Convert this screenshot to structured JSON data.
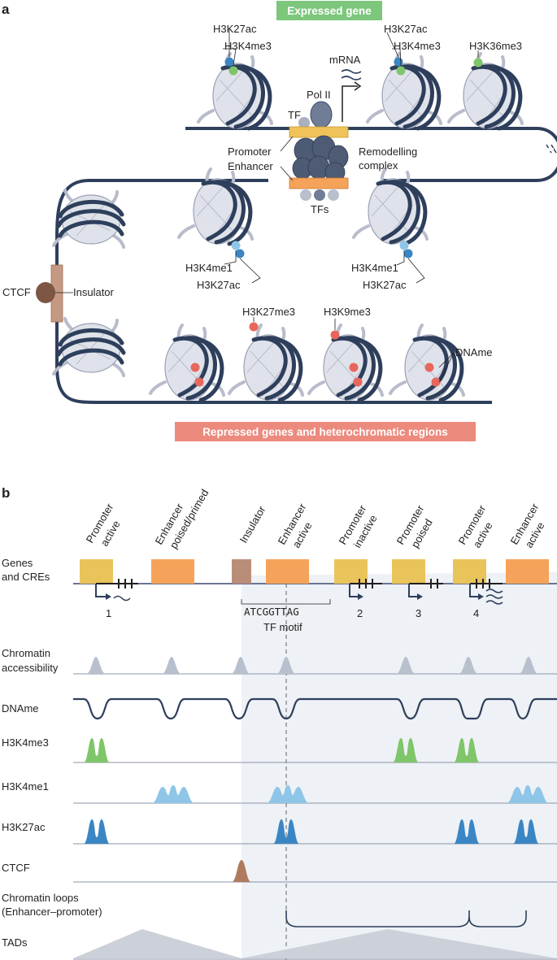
{
  "panel_a": {
    "letter": "a",
    "expressed_banner": "Expressed gene",
    "repressed_banner": "Repressed genes and heterochromatic regions",
    "marks": {
      "top_left_1": "H3K27ac",
      "top_left_2": "H3K4me3",
      "top_mid_1": "H3K27ac",
      "top_mid_2": "H3K4me3",
      "top_right": "H3K36me3",
      "mid_left_1": "H3K4me1",
      "mid_left_2": "H3K27ac",
      "mid_right_1": "H3K4me1",
      "mid_right_2": "H3K27ac",
      "bottom_1": "H3K27me3",
      "bottom_2": "H3K9me3",
      "dname": "DNAme"
    },
    "mrna": "mRNA",
    "pol2": "Pol II",
    "tf": "TF",
    "tfs": "TFs",
    "promoter": "Promoter",
    "enhancer": "Enhancer",
    "remodelling_1": "Remodelling",
    "remodelling_2": "complex",
    "ctcf": "CTCF",
    "insulator": "Insulator"
  },
  "panel_b": {
    "letter": "b",
    "column_headers": [
      {
        "line1": "Promoter",
        "line2": "active"
      },
      {
        "line1": "Enhancer",
        "line2": "poised/primed"
      },
      {
        "line1": "Insulator",
        "line2": ""
      },
      {
        "line1": "Enhancer",
        "line2": "active"
      },
      {
        "line1": "Promoter",
        "line2": "inactive"
      },
      {
        "line1": "Promoter",
        "line2": "poised"
      },
      {
        "line1": "Promoter",
        "line2": "active"
      },
      {
        "line1": "Enhancer",
        "line2": "active"
      }
    ],
    "gene_numbers": [
      "1",
      "2",
      "3",
      "4"
    ],
    "motif_seq": "ATCGGTTAG",
    "motif_label": "TF motif",
    "tracks": {
      "genes_1": "Genes",
      "genes_2": "and CREs",
      "access_1": "Chromatin",
      "access_2": "accessibility",
      "dname": "DNAme",
      "h3k4me3": "H3K4me3",
      "h3k4me1": "H3K4me1",
      "h3k27ac": "H3K27ac",
      "ctcf": "CTCF",
      "loops_1": "Chromatin loops",
      "loops_2": "(Enhancer–promoter)",
      "tads": "TADs"
    }
  },
  "colors": {
    "promoter": "#e9c45a",
    "enhancer": "#f5a35a",
    "insulator": "#b98e79",
    "h3k4me3": "#7fc56a",
    "h3k4me1": "#8fc6e8",
    "h3k27ac": "#3a86c4",
    "ctcf": "#b07a5e",
    "accessibility": "#b9c0cd",
    "dna": "#2e3f5c",
    "expressed_banner": "#7cc77c",
    "repressed_banner": "#ec8a7e"
  }
}
